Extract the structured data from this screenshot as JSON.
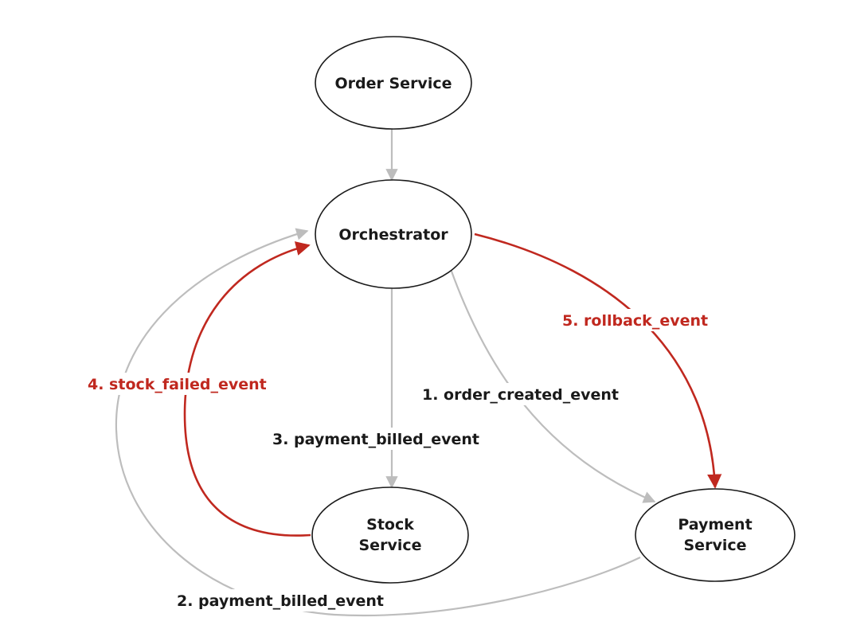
{
  "colors": {
    "edge_default": "#bdbdbd",
    "edge_highlight": "#c0281f",
    "node_stroke": "#1a1a1a",
    "background": "#ffffff"
  },
  "nodes": {
    "order_service": {
      "label": "Order Service"
    },
    "orchestrator": {
      "label": "Orchestrator"
    },
    "stock_service": {
      "line1": "Stock",
      "line2": "Service"
    },
    "payment_service": {
      "line1": "Payment",
      "line2": "Service"
    }
  },
  "edges": {
    "order_to_orchestrator": {
      "label": ""
    },
    "order_created": {
      "label": "1. order_created_event",
      "color": "gray"
    },
    "payment_billed_return": {
      "label": "2. payment_billed_event",
      "color": "gray"
    },
    "payment_billed_to_stock": {
      "label": "3. payment_billed_event",
      "color": "gray"
    },
    "stock_failed": {
      "label": "4. stock_failed_event",
      "color": "red"
    },
    "rollback": {
      "label": "5. rollback_event",
      "color": "red"
    }
  }
}
